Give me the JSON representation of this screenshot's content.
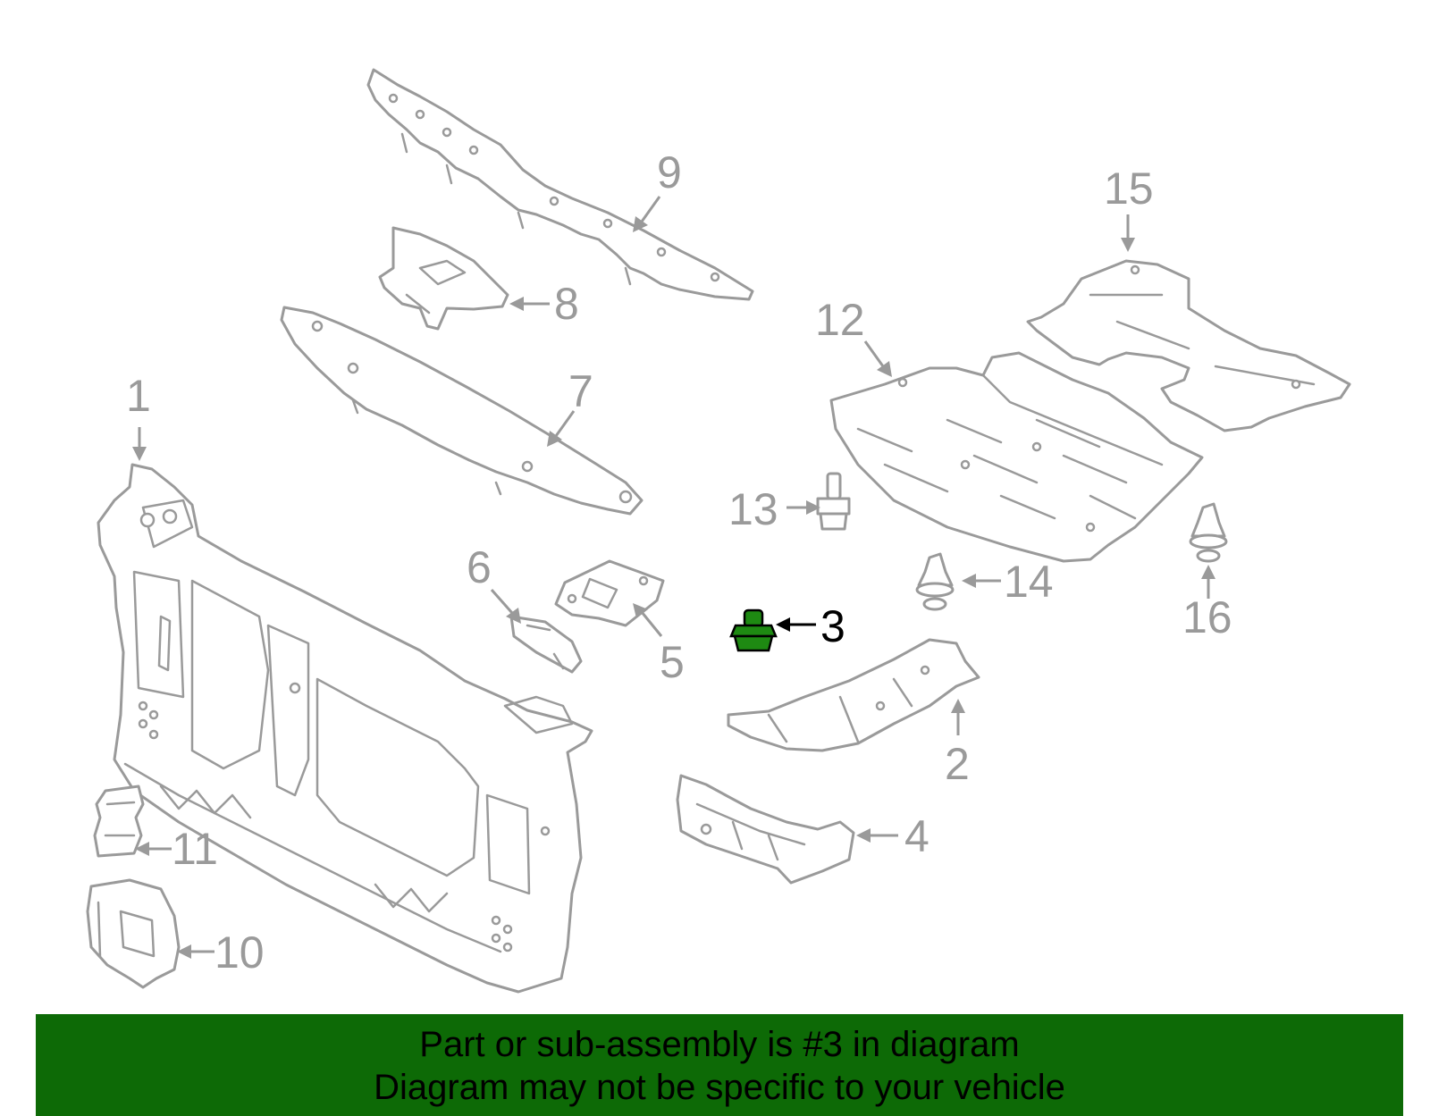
{
  "diagram": {
    "callouts": [
      "1",
      "2",
      "3",
      "4",
      "5",
      "6",
      "7",
      "8",
      "9",
      "10",
      "11",
      "12",
      "13",
      "14",
      "15",
      "16"
    ],
    "highlighted_callout": "3",
    "highlight_color": "#1e8a12",
    "line_color": "#9a9a9a"
  },
  "banner": {
    "line1": "Part or sub-assembly is #3 in diagram",
    "line2": "Diagram may not be specific to your vehicle",
    "background": "#0d6a06"
  }
}
